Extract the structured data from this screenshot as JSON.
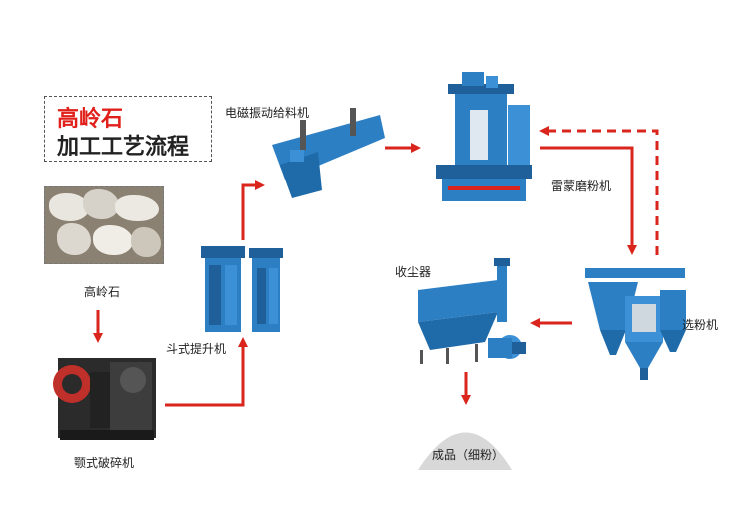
{
  "title": {
    "line1": "高岭石",
    "line2": "加工工艺流程"
  },
  "nodes": {
    "raw": "高岭石",
    "crusher": "颚式破碎机",
    "elevator": "斗式提升机",
    "feeder": "电磁振动给料机",
    "mill": "雷蒙磨粉机",
    "classifier": "选粉机",
    "collector": "收尘器",
    "product": "成品（细粉）"
  },
  "colors": {
    "arrow": "#d9251c",
    "machine": "#2d7fc4",
    "title_accent": "#e0201b",
    "product_pile": "#d8d8d8"
  }
}
